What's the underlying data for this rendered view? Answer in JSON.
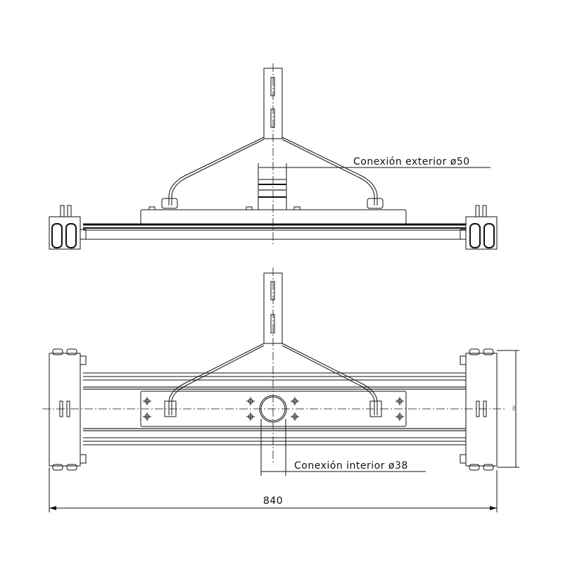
{
  "annotations": {
    "exterior_connection": "Conexión exterior ø50",
    "interior_connection": "Conexión interior ø38",
    "overall_width": "840",
    "side_height": "150"
  },
  "colors": {
    "line": "#111111",
    "background": "#ffffff"
  }
}
